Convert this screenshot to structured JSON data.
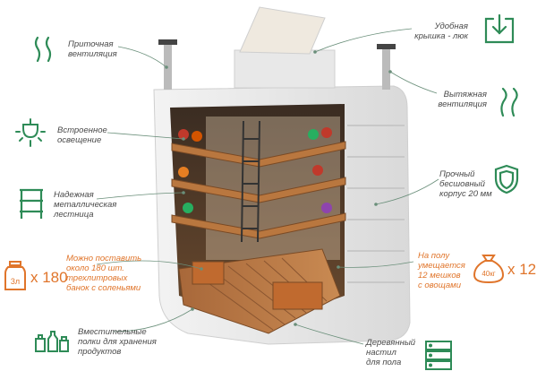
{
  "labels": {
    "supply_vent": "Приточная\nвентиляция",
    "lighting": "Встроенное\nосвещение",
    "ladder": "Надежная\nметаллическая\nлестница",
    "jars": "Можно поставить\nоколо 180 шт.\nтрехлитровых\nбанок с соленьями",
    "shelves": "Вместительные\nполки для хранения\nпродуктов",
    "hatch": "Удобная\nкрышка - люк",
    "exhaust_vent": "Вытяжная\nвентиляция",
    "body": "Прочный\nбесшовный\nкорпус 20 мм",
    "sacks": "На полу\nумещается\n12 мешков\nс овощами",
    "floor": "Деревянный\nнастил\nдля пола"
  },
  "jar_icon_text": "3л",
  "jar_count": "x 180",
  "sack_icon_text": "40кг",
  "sack_count": "x 12",
  "colors": {
    "green": "#2e8b57",
    "orange": "#e0752b",
    "text": "#4a4a4a"
  }
}
